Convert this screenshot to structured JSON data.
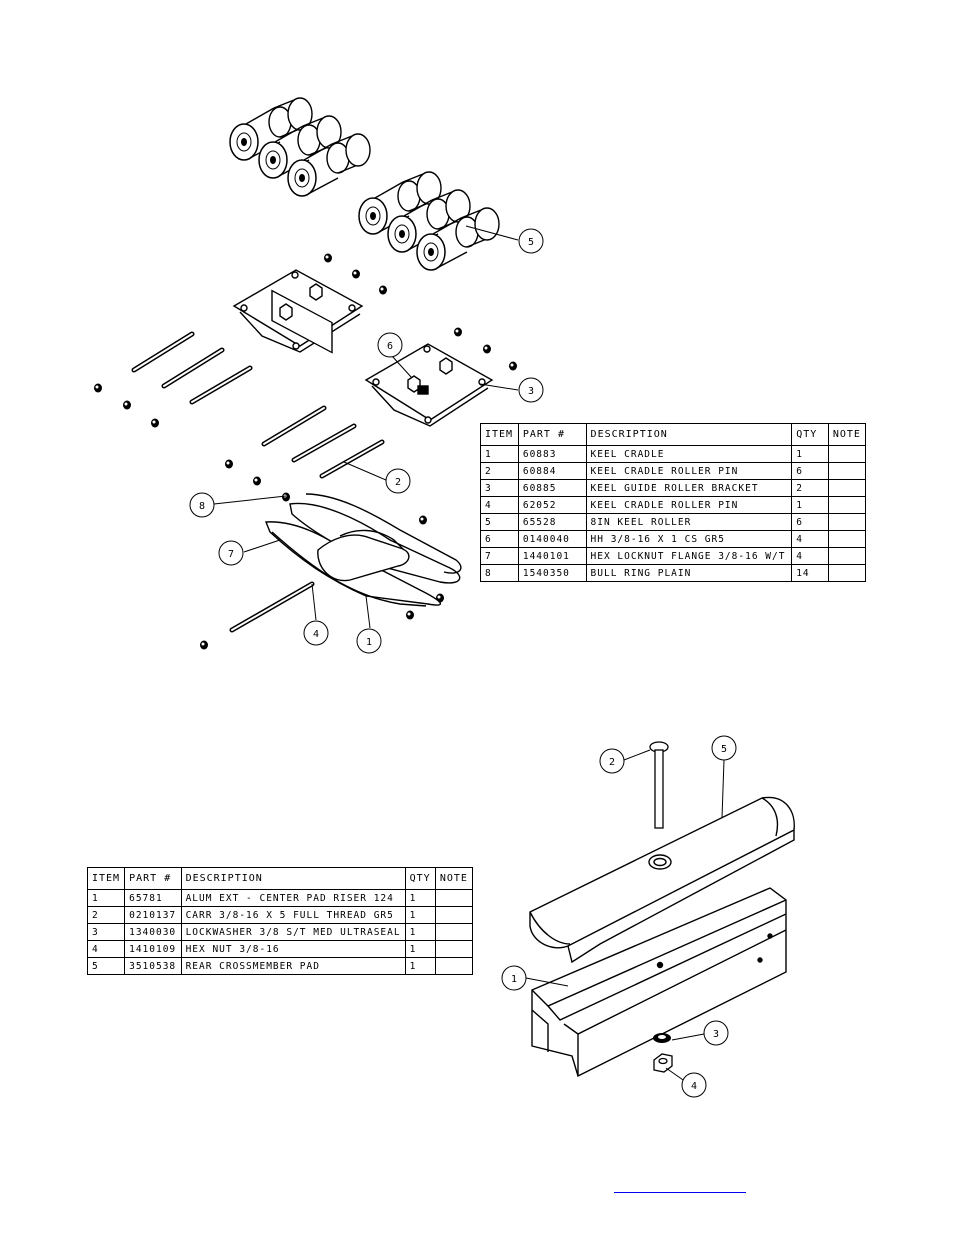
{
  "table1": {
    "headers": {
      "item": "ITEM",
      "part": "PART #",
      "desc": "DESCRIPTION",
      "qty": "QTY",
      "note": "NOTE"
    },
    "rows": [
      {
        "item": "1",
        "part": "60883",
        "desc": "KEEL CRADLE",
        "qty": "1",
        "note": ""
      },
      {
        "item": "2",
        "part": "60884",
        "desc": "KEEL CRADLE ROLLER PIN",
        "qty": "6",
        "note": ""
      },
      {
        "item": "3",
        "part": "60885",
        "desc": "KEEL GUIDE ROLLER BRACKET",
        "qty": "2",
        "note": ""
      },
      {
        "item": "4",
        "part": "62052",
        "desc": "KEEL CRADLE ROLLER PIN",
        "qty": "1",
        "note": ""
      },
      {
        "item": "5",
        "part": "65528",
        "desc": "8IN KEEL ROLLER",
        "qty": "6",
        "note": ""
      },
      {
        "item": "6",
        "part": "0140040",
        "desc": "HH 3/8-16 X 1 CS GR5",
        "qty": "4",
        "note": ""
      },
      {
        "item": "7",
        "part": "1440101",
        "desc": "HEX LOCKNUT FLANGE 3/8-16 W/T",
        "qty": "4",
        "note": ""
      },
      {
        "item": "8",
        "part": "1540350",
        "desc": "BULL RING PLAIN",
        "qty": "14",
        "note": ""
      }
    ]
  },
  "table2": {
    "headers": {
      "item": "ITEM",
      "part": "PART #",
      "desc": "DESCRIPTION",
      "qty": "QTY",
      "note": "NOTE"
    },
    "rows": [
      {
        "item": "1",
        "part": "65781",
        "desc": "ALUM EXT - CENTER PAD RISER 124",
        "qty": "1",
        "note": ""
      },
      {
        "item": "2",
        "part": "0210137",
        "desc": "CARR 3/8-16 X 5 FULL THREAD GR5",
        "qty": "1",
        "note": ""
      },
      {
        "item": "3",
        "part": "1340030",
        "desc": "LOCKWASHER 3/8 S/T MED ULTRASEAL",
        "qty": "1",
        "note": ""
      },
      {
        "item": "4",
        "part": "1410109",
        "desc": "HEX NUT 3/8-16",
        "qty": "1",
        "note": ""
      },
      {
        "item": "5",
        "part": "3510538",
        "desc": "REAR CROSSMEMBER PAD",
        "qty": "1",
        "note": ""
      }
    ]
  },
  "callouts1": [
    "1",
    "2",
    "3",
    "4",
    "5",
    "6",
    "7",
    "8"
  ],
  "callouts2": [
    "1",
    "2",
    "3",
    "4",
    "5"
  ],
  "colors": {
    "link": "#0000ee",
    "ink": "#000000"
  }
}
